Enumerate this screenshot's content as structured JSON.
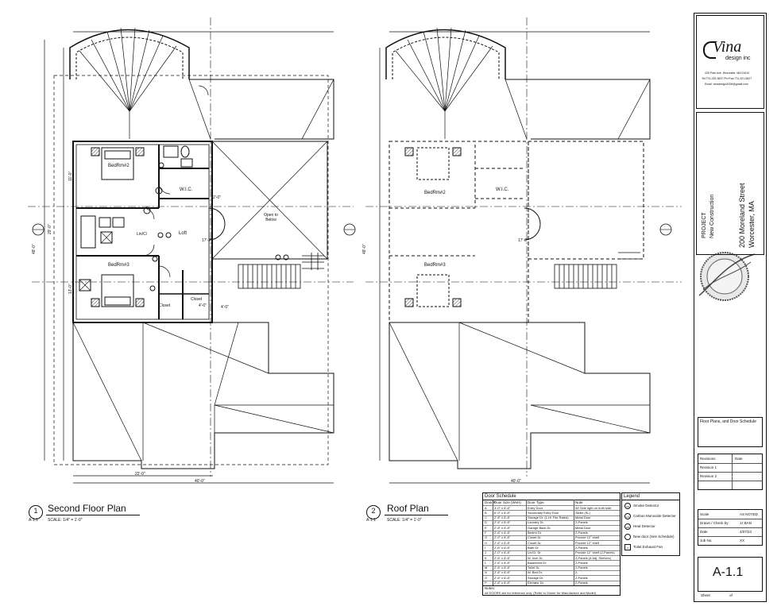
{
  "views": [
    {
      "number": "1",
      "sheet": "A-1.1",
      "title": "Second Floor Plan",
      "scale": "SCALE: 1/4\" = 1'-0\""
    },
    {
      "number": "2",
      "sheet": "A-1.1",
      "title": "Roof Plan",
      "scale": "SCALE: 1/4\" = 1'-0\""
    }
  ],
  "plan1": {
    "rooms": {
      "bedroom2": "BedRm#2",
      "bedroom3": "BedRm#3",
      "wic": "W.I.C.",
      "loft": "Loft",
      "open_below": "Open to Below",
      "closet1": "Closet",
      "closet2": "Closet",
      "lin_cl": "Lin/Cl"
    },
    "dims": {
      "d1": "22'-0\"",
      "d2": "40'-0\"",
      "d3": "29'-0\"",
      "d4": "48'-0\"",
      "d5": "4'-0\"",
      "d6": "17'-3\"",
      "d7": "13'-0\"",
      "d8": "11'-0\"",
      "d9": "2'-0\"",
      "d10": "4'-0\""
    }
  },
  "plan2": {
    "rooms": {
      "bedroom2": "BedRm#2",
      "bedroom3": "BedRm#3",
      "wic": "W.I.C."
    },
    "dims": {
      "d1": "40'-0\"",
      "d2": "48'-0\"",
      "d3": "17'-3\""
    }
  },
  "schedule": {
    "title": "Door Schedule",
    "headers": [
      "Door #",
      "Door Size (WxH)",
      "Door Type",
      "Note"
    ],
    "rows": [
      [
        "A",
        "3'-0\" x 6'-8\"",
        "Entry Door",
        "W/ Side light on both side"
      ],
      [
        "B",
        "6'-0\" x 6'-8\"",
        "Secondary Entry Door",
        "Slider (SL)"
      ],
      [
        "C",
        "2'-8\" x 6'-8\"",
        "Storage Dr. (1-Hr Fire Rated)",
        "Metal Door"
      ],
      [
        "D",
        "2'-6\" x 6'-8\"",
        "Laundry Dr.",
        "2-Panels"
      ],
      [
        "E",
        "2'-8\" x 6'-8\"",
        "Garage Back Dr.",
        "Metal Door"
      ],
      [
        "F",
        "2'-6\" x 6'-8\"",
        "Bedrm Dr.",
        "2-Panels"
      ],
      [
        "G",
        "2'-0\" x 6'-8\"",
        "Closet Dr.",
        "Provide 12\" shelf"
      ],
      [
        "H",
        "2'-6\" x 6'-8\"",
        "Closet Dr.",
        "Provide 12\" shelf"
      ],
      [
        "I",
        "2'-6\" x 6'-8\"",
        "Bath Dr.",
        "2-Panels"
      ],
      [
        "J",
        "2'-0\" x 6'-8\"",
        "Lin/Cl. Dr.",
        "Provide 12\" shelf (2-Panels)"
      ],
      [
        "K",
        "2'-6\" x 6'-8\"",
        "W. Inch Dr.",
        "2-Panels (4 Adj. Shelves)"
      ],
      [
        "L",
        "2'-6\" x 6'-8\"",
        "Basement Dr.",
        "2-Panels"
      ],
      [
        "M",
        "2'-6\" x 6'-8\"",
        "Toilet Dr.",
        "2-Panels"
      ],
      [
        "N",
        "2'-6\" x 6'-8\"",
        "W. Bed Dr.",
        "2-"
      ],
      [
        "O",
        "2'-6\" x 6'-8\"",
        "Storage Dr.",
        "2-Panels"
      ],
      [
        "P",
        "2'-6\" x 6'-8\"",
        "Elevator Dr.",
        "2-Panels"
      ]
    ],
    "notes_label": "Notes:",
    "notes": "All DOORS are for reference only. (Refer to Owner for Manufacture and Model)"
  },
  "legend": {
    "title": "Legend",
    "items": [
      "Smoke Detector",
      "Carbon Monoxide Detector",
      "Heat Detector",
      "New door (See Schedule)",
      "Toilet Exhaust Fan"
    ],
    "symbols": [
      "SD",
      "CO",
      "HD",
      "",
      "X"
    ]
  },
  "titleblock": {
    "logo": "Vina",
    "logo_sub": "design inc",
    "address": "425 Park Ave, Worcester, MA 01610",
    "phone": "Tel:774-239-3837 Ph+Fax:774-321-5527",
    "email": "Email: vinadesign2006@gmail.com",
    "project_label": "PROJECT",
    "project_name": "New Construction",
    "street": "200 Moreland Street",
    "city": "Worcester, MA",
    "sheet_title": "Floor Plans, and Door Schedule",
    "revisions_label": "Revisions",
    "date_label": "Date",
    "revision1": "Revision 1",
    "revision2": "Revision 2",
    "scale_label": "Scale",
    "scale_val": "AS NOTED",
    "drawn_label": "Drawn / Check by",
    "drawn_val": "JJ BAN",
    "date_row_label": "Date",
    "date_val": "4/07/23",
    "job_label": "Job No.",
    "job_val": "XX",
    "sheet_no": "A-1.1",
    "sheet_label": "Sheet",
    "sheet_of": "of"
  },
  "colors": {
    "line": "#111111",
    "dash": "#333333",
    "stamp": "#555555"
  }
}
